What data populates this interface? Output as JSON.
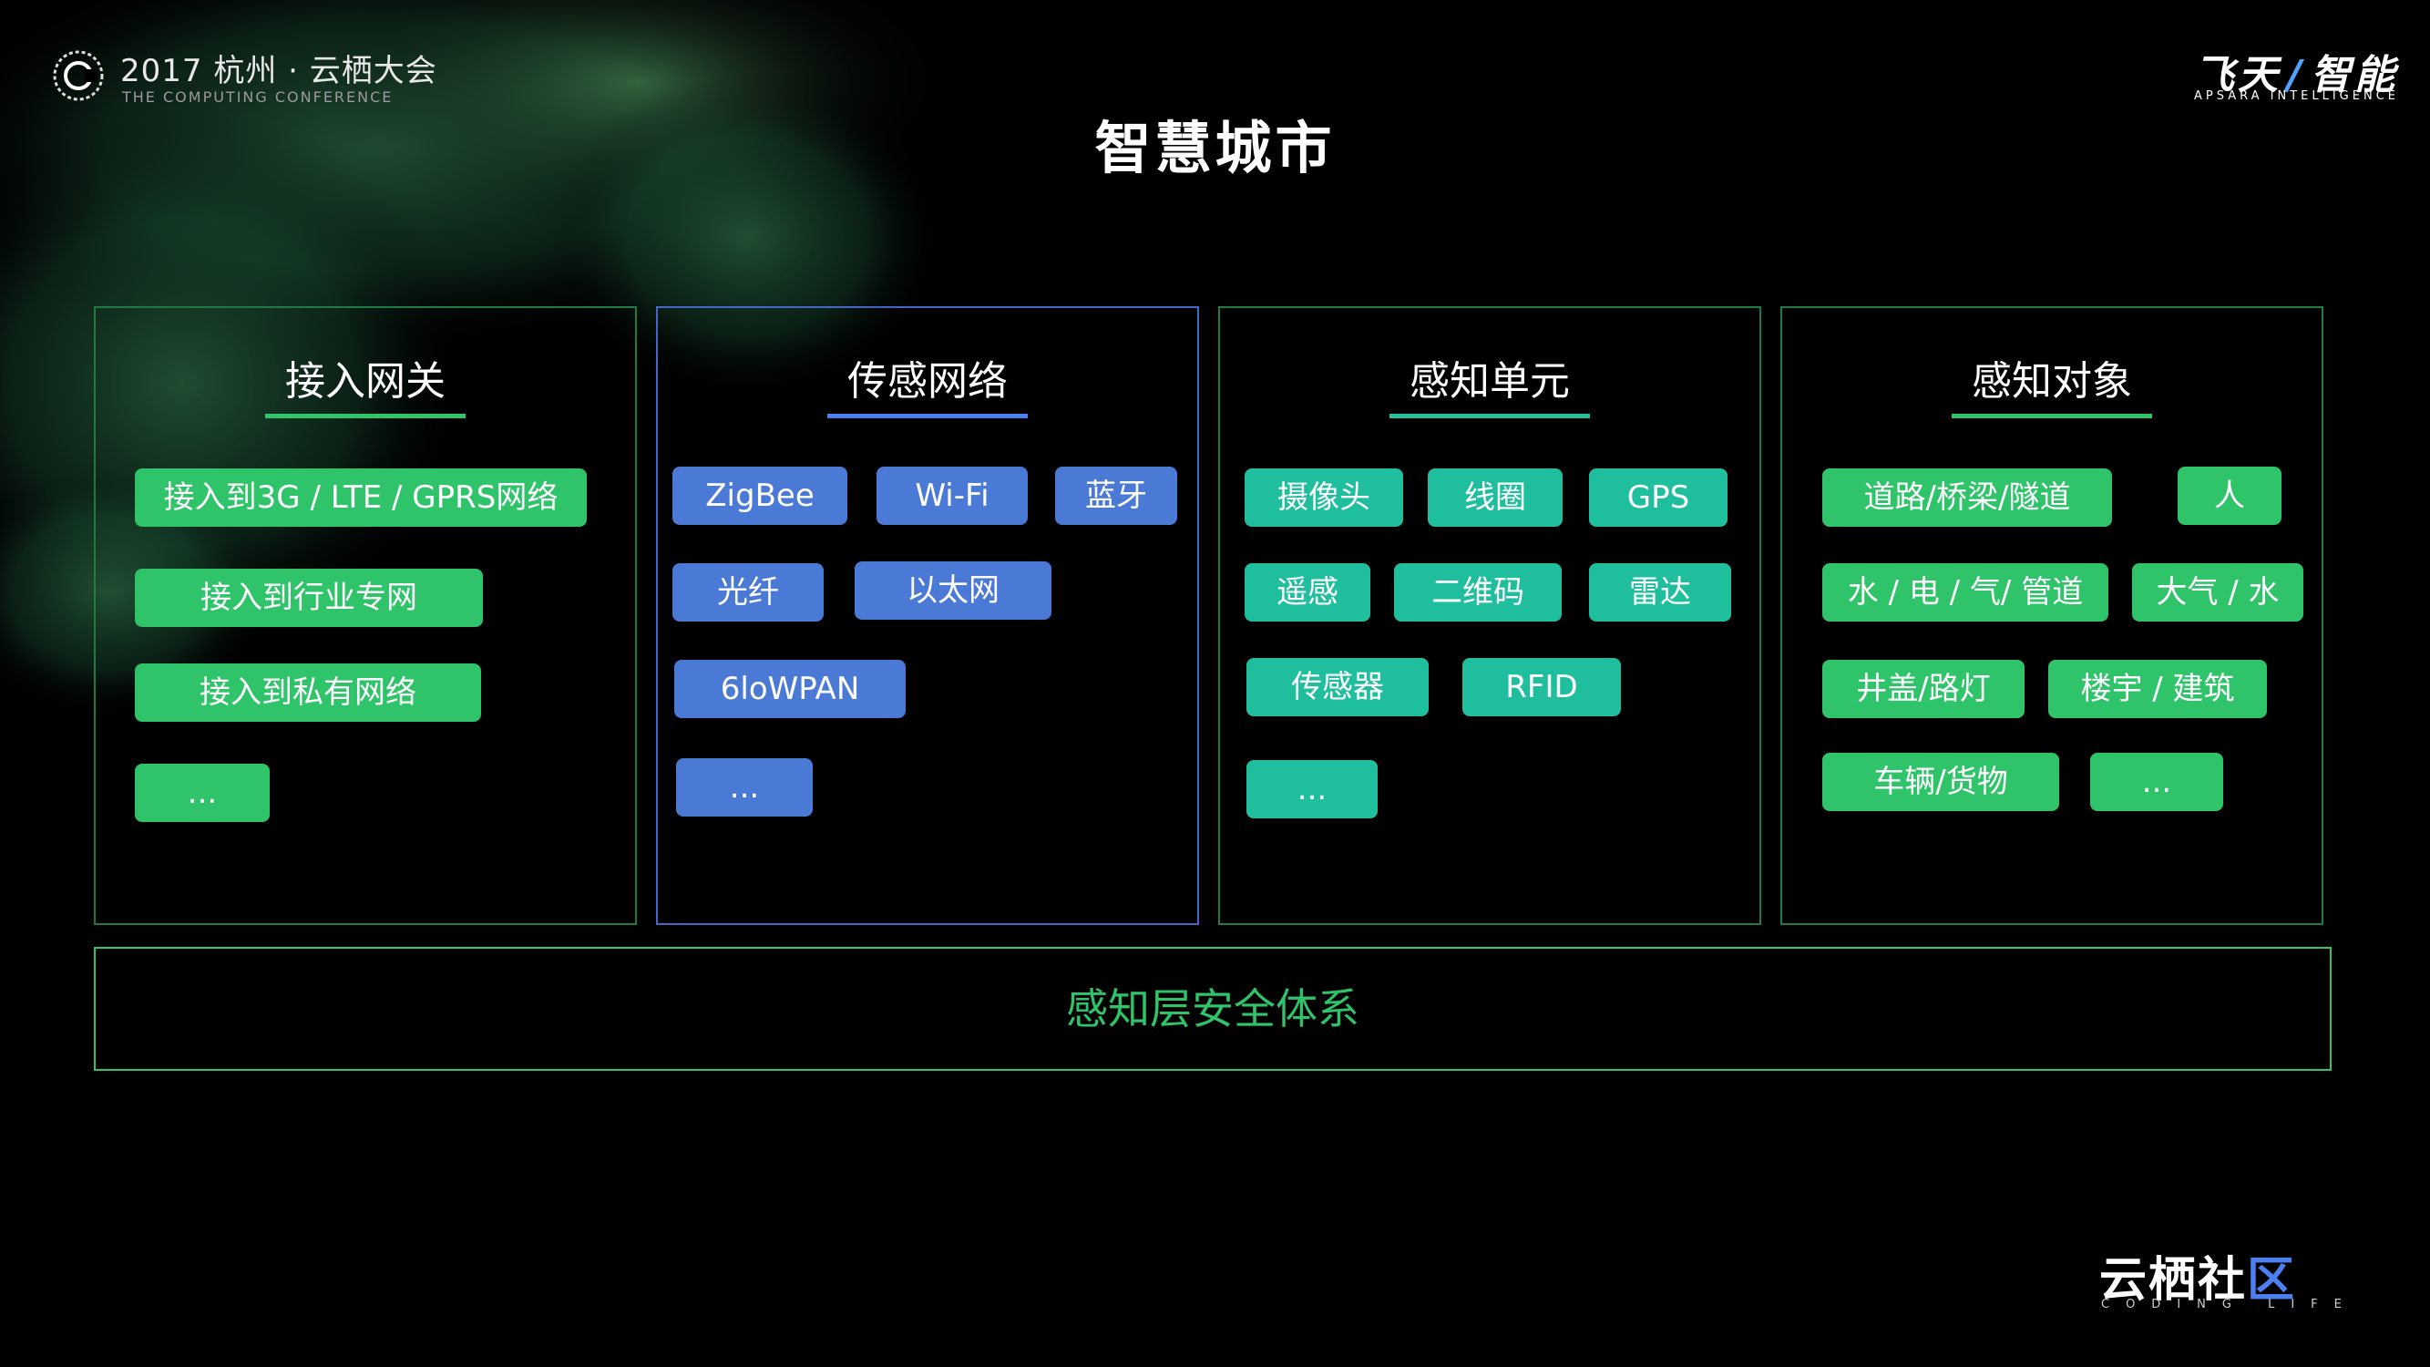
{
  "header": {
    "conference_title": "2017 杭州 · 云栖大会",
    "conference_subtitle": "THE COMPUTING CONFERENCE",
    "brand_main_left": "飞天",
    "brand_main_right": "智能",
    "brand_sub": "APSARA INTELLIGENCE",
    "page_title": "智慧城市"
  },
  "panels": [
    {
      "title": "接入网关",
      "items": [
        "接入到3G / LTE / GPRS网络",
        "接入到行业专网",
        "接入到私有网络",
        "..."
      ]
    },
    {
      "title": "传感网络",
      "items": [
        "ZigBee",
        "Wi-Fi",
        "蓝牙",
        "光纤",
        "以太网",
        "6loWPAN",
        "..."
      ]
    },
    {
      "title": "感知单元",
      "items": [
        "摄像头",
        "线圈",
        "GPS",
        "遥感",
        "二维码",
        "雷达",
        "传感器",
        "RFID",
        "..."
      ]
    },
    {
      "title": "感知对象",
      "items": [
        "道路/桥梁/隧道",
        "人",
        "水 / 电 / 气/ 管道",
        "大气 / 水",
        "井盖/路灯",
        "楼宇 / 建筑",
        "车辆/货物",
        "..."
      ]
    }
  ],
  "security_label": "感知层安全体系",
  "footer": {
    "community_left": "云栖社",
    "community_right": "区",
    "community_sub": "CODING LIFE"
  },
  "colors": {
    "green": "#2fc46a",
    "blue": "#4b79d6",
    "teal": "#1fbf9e",
    "panel_border_green": "#1f7a45",
    "panel_border_blue": "#4565c9"
  }
}
